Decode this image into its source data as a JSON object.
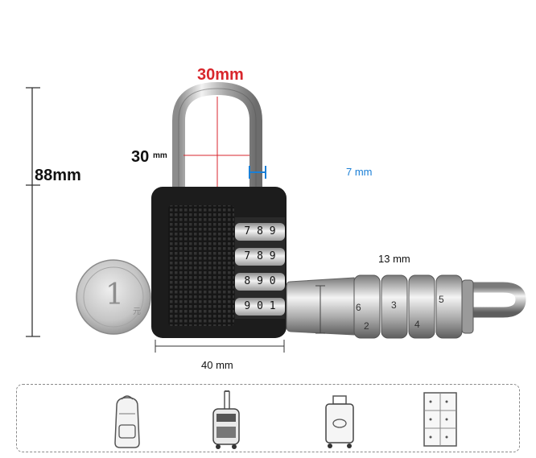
{
  "dimensions": {
    "shackle_inner_width": "30mm",
    "shackle_height_value": "30",
    "shackle_height_unit": "mm",
    "total_height": "88mm",
    "shackle_thickness": "7 mm",
    "body_thickness": "13 mm",
    "body_width": "40 mm"
  },
  "dials": [
    {
      "digits": "7 8 9"
    },
    {
      "digits": "7 8 9"
    },
    {
      "digits": "8 9 0"
    },
    {
      "digits": "9 0 1"
    }
  ],
  "side_lock_digits": [
    "6",
    "2",
    "3",
    "4",
    "5"
  ],
  "coin": {
    "character": "1",
    "text": "元"
  },
  "colors": {
    "title_red": "#d8262c",
    "dimension_blue": "#1a7fd6",
    "lock_body": "#1c1c1c",
    "chrome": "#c9c9c9"
  },
  "usage_icons": [
    "backpack-icon",
    "rolling-suitcase-icon",
    "luggage-icon",
    "locker-cabinet-icon"
  ]
}
